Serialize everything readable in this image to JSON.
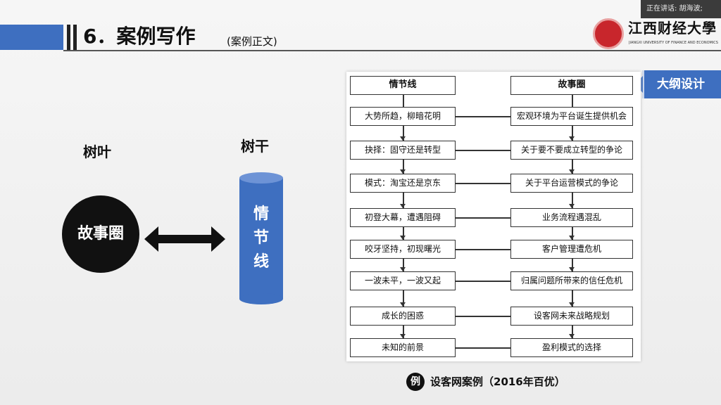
{
  "speaker": "正在讲话: 胡海波;",
  "header": {
    "title": "6．案例写作",
    "subtitle": "(案例正文)"
  },
  "logo": {
    "name": "江西财经大學",
    "sub": "JIANGXI UNIVERSITY OF FINANCE AND ECONOMICS"
  },
  "tag": "大纲设计",
  "left": {
    "leaf_label": "树叶",
    "trunk_label": "树干",
    "circle_text": "故事圈",
    "cylinder_text": "情节线"
  },
  "flow": {
    "left_header": "情节线",
    "right_header": "故事圈",
    "left": [
      "大势所趋，柳暗花明",
      "抉择：固守还是转型",
      "模式：淘宝还是京东",
      "初登大幕，遭遇阻碍",
      "咬牙坚持，初现曙光",
      "一波未平，一波又起",
      "成长的困惑",
      "未知的前景"
    ],
    "right": [
      "宏观环境为平台诞生提供机会",
      "关于要不要成立转型的争论",
      "关于平台运营模式的争论",
      "业务流程遇混乱",
      "客户管理遭危机",
      "归属问题所带来的信任危机",
      "设客网未来战略规划",
      "盈利模式的选择"
    ]
  },
  "footer": {
    "icon_text": "例",
    "text": "设客网案例（2016年百优）"
  },
  "colors": {
    "accent": "#3e6fc0"
  }
}
